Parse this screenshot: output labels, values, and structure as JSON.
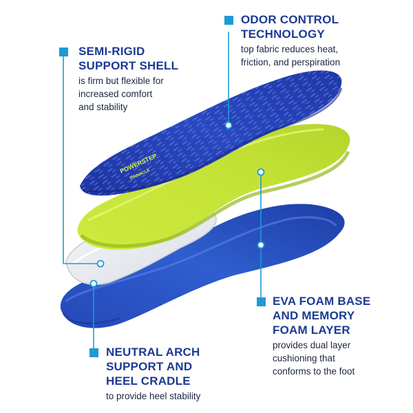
{
  "colors": {
    "accent": "#1e9ad6",
    "heading": "#1c3a93",
    "top_layer": "#2441b5",
    "foam_layer": "#c3e334",
    "shell": "#ffffff",
    "base_layer": "#2c55c4"
  },
  "insole": {
    "brand_text": "POWERSTEP",
    "sub_text": "PINNACLE"
  },
  "callouts": {
    "odor": {
      "title_lines": [
        "ODOR CONTROL",
        "TECHNOLOGY"
      ],
      "desc_lines": [
        "top fabric reduces heat,",
        "friction, and perspiration"
      ]
    },
    "shell": {
      "title_lines": [
        "SEMI-RIGID",
        "SUPPORT SHELL"
      ],
      "desc_lines": [
        "is firm but flexible for",
        "increased comfort",
        "and stability"
      ]
    },
    "eva": {
      "title_lines": [
        "EVA FOAM BASE",
        "AND MEMORY",
        "FOAM LAYER"
      ],
      "desc_lines": [
        "provides dual layer",
        "cushioning that",
        "conforms to the foot"
      ]
    },
    "arch": {
      "title_lines": [
        "NEUTRAL ARCH",
        "SUPPORT AND",
        "HEEL CRADLE"
      ],
      "desc_lines": [
        "to provide heel stability"
      ]
    }
  }
}
